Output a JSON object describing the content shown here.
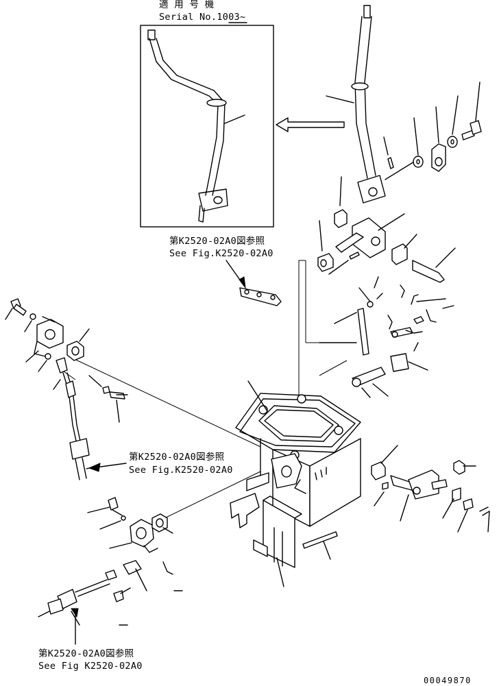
{
  "inset": {
    "applicability_label": "適 用 号 機",
    "serial_label": "Serial No.1003~"
  },
  "references": [
    {
      "jp": "第K2520-02A0図参照",
      "en": "See Fig.K2520-02A0"
    },
    {
      "jp": "第K2520-02A0図参照",
      "en": "See Fig.K2520-02A0"
    },
    {
      "jp": "第K2520-02A0図参照",
      "en": "See Fig K2520-02A0"
    }
  ],
  "drawing_number": "00049870"
}
